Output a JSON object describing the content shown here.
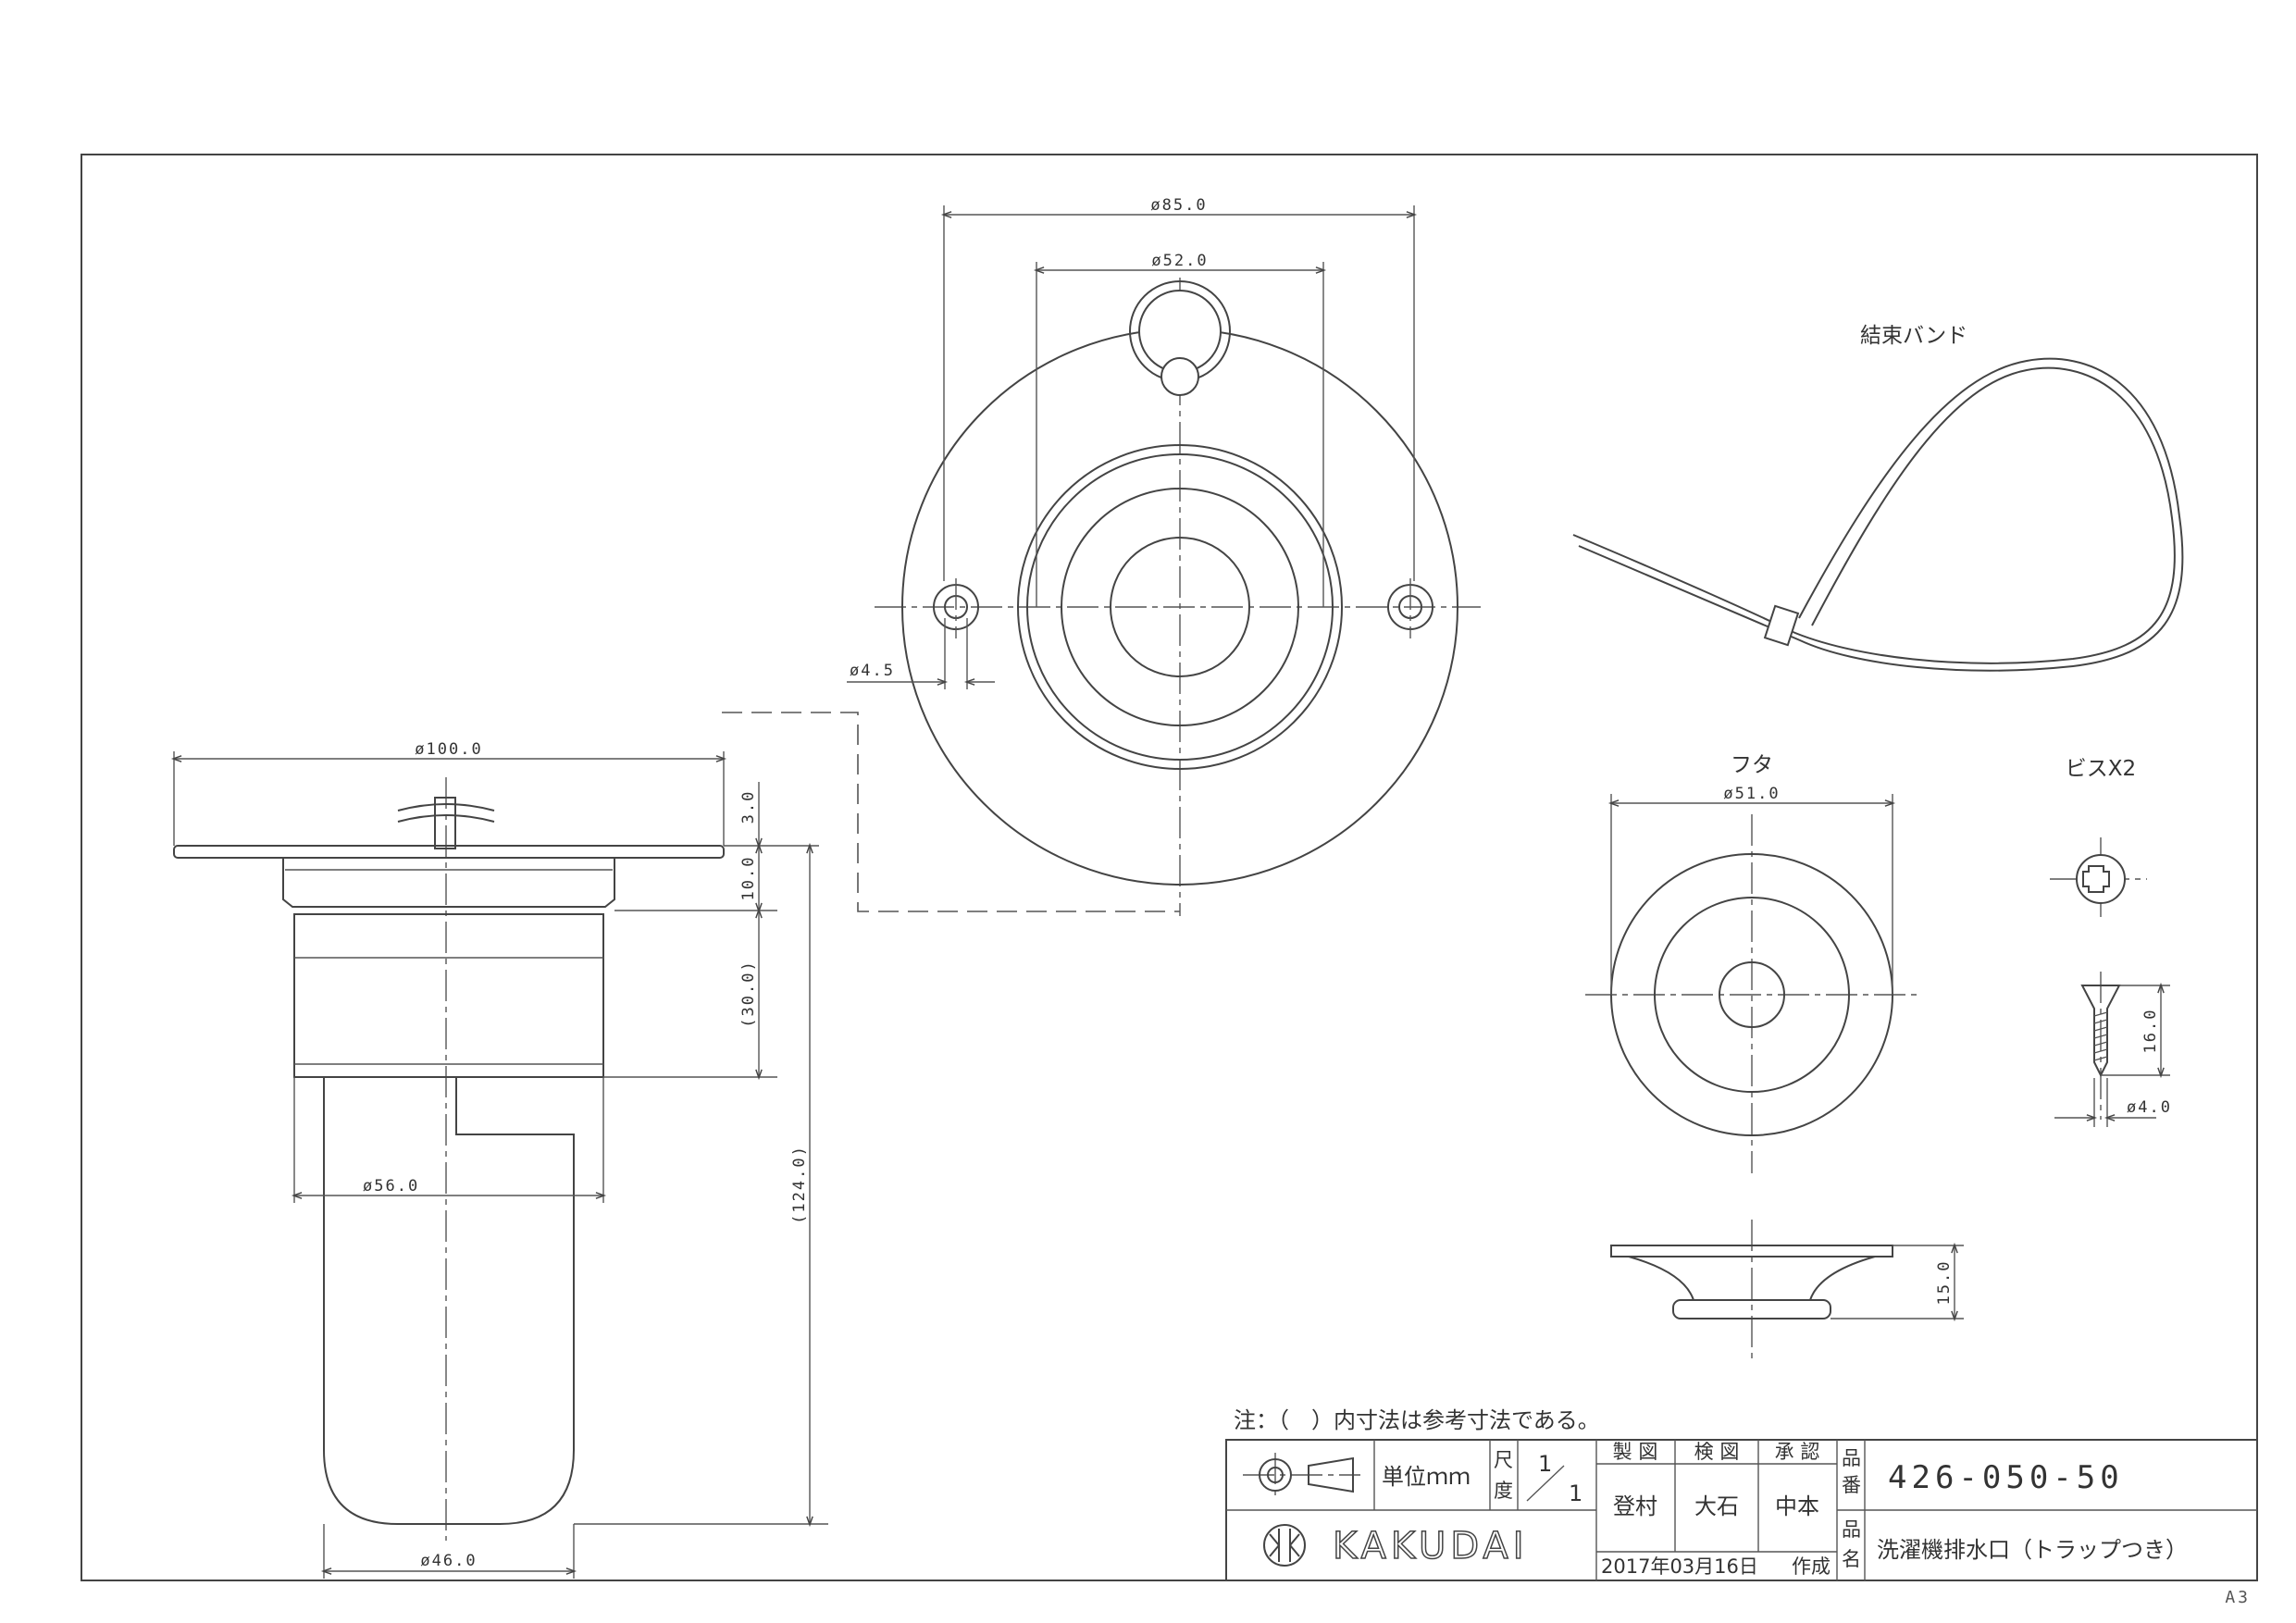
{
  "dimensions": {
    "flange_dia": "ø85.0",
    "bore_dia": "ø52.0",
    "hole_dia": "ø4.5",
    "plate_dia": "ø100.0",
    "dim_3": "3.0",
    "dim_10": "10.0",
    "dim_30": "(30.0)",
    "dim_124": "(124.0)",
    "body_dia": "ø56.0",
    "pipe_dia": "ø46.0",
    "cap_dia": "ø51.0",
    "cap_height": "15.0",
    "screw_len": "16.0",
    "screw_dia": "ø4.0"
  },
  "labels": {
    "cable_tie": "結束バンド",
    "cap": "フタ",
    "screws": "ビスX2"
  },
  "note": "注：（　）内寸法は参考寸法である。",
  "title_block": {
    "unit": "単位ｍｍ",
    "scale_label_1": "尺",
    "scale_label_2": "度",
    "scale_num": "1",
    "scale_den": "1",
    "drawn_header": "製 図",
    "checked_header": "検 図",
    "approved_header": "承 認",
    "drawn_by": "登村",
    "checked_by": "大石",
    "approved_by": "中本",
    "date": "2017年03月16日",
    "created": "作成",
    "part_no_label_1": "品",
    "part_no_label_2": "番",
    "part_no": "426-050-50",
    "name_label_1": "品",
    "name_label_2": "名",
    "product_name": "洗濯機排水口（トラップつき）",
    "company": "KAKUDAI"
  },
  "sheet_size": "A3"
}
